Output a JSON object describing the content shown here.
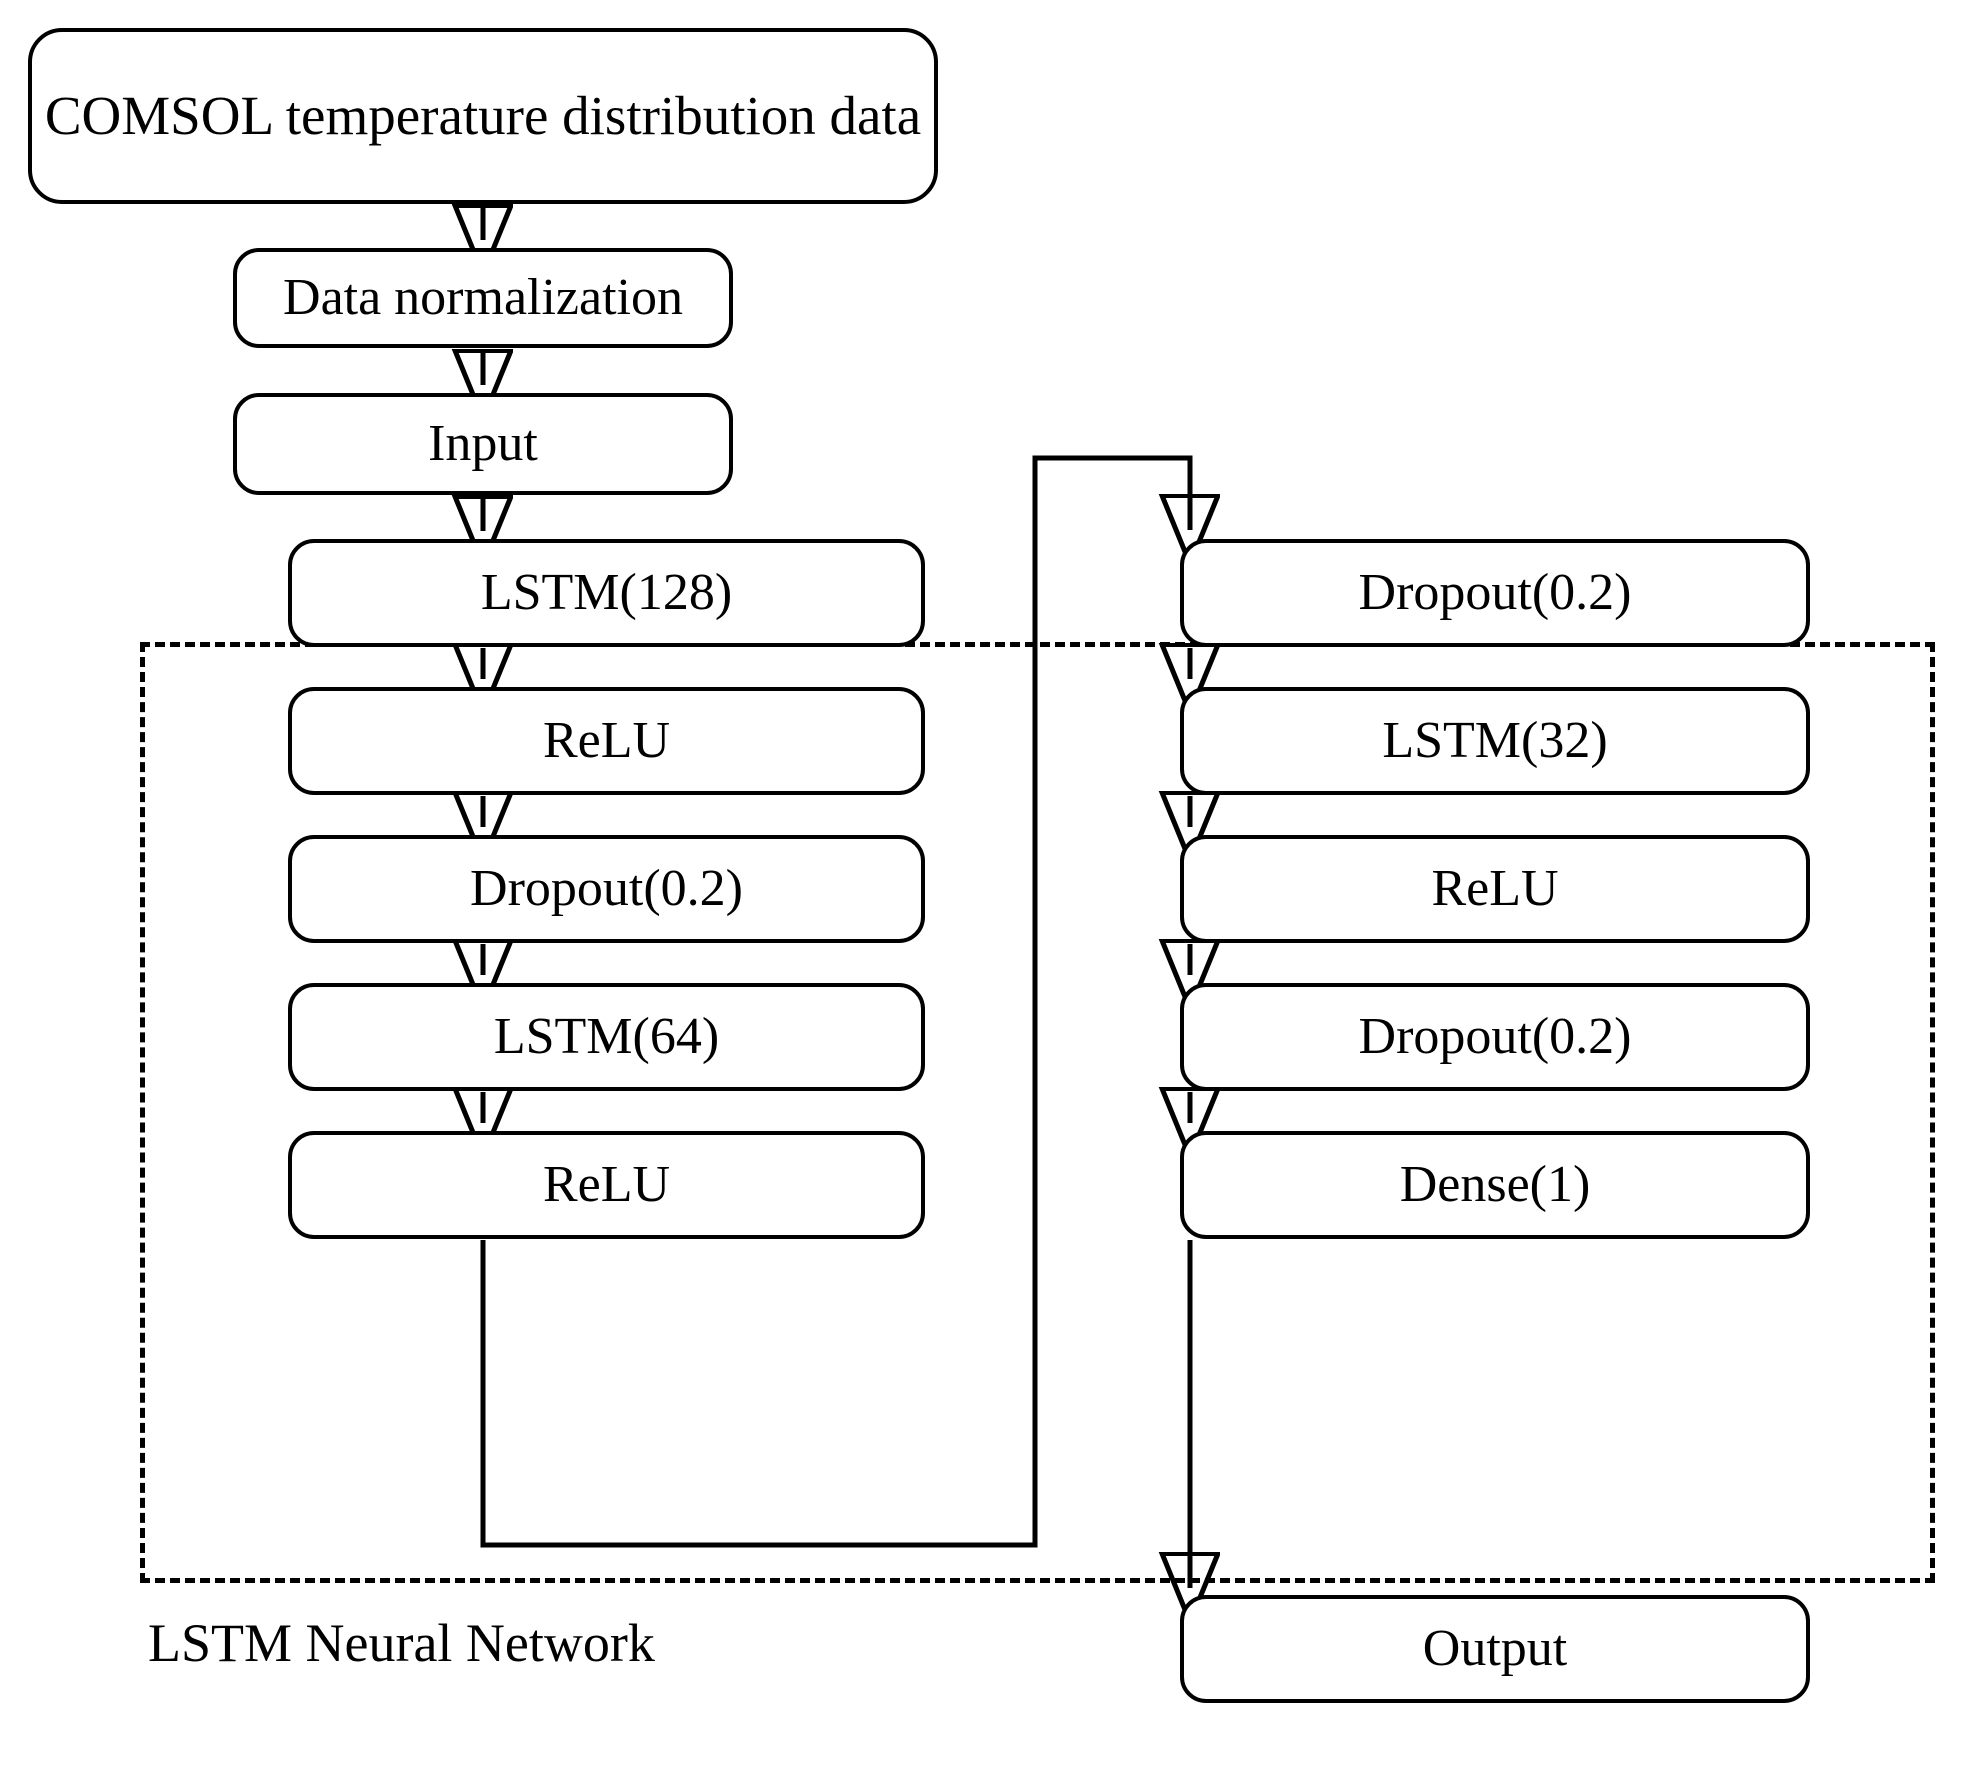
{
  "diagram": {
    "title_node": {
      "label": "COMSOL temperature distribution data"
    },
    "preprocess": [
      {
        "id": "normalization",
        "label": "Data normalization"
      },
      {
        "id": "input",
        "label": "Input"
      }
    ],
    "group": {
      "label": "LSTM Neural Network",
      "border_style": "dashed",
      "color": "#000000"
    },
    "left_column": [
      {
        "id": "lstm-128",
        "label": "LSTM(128)"
      },
      {
        "id": "relu-1",
        "label": "ReLU"
      },
      {
        "id": "dropout-1",
        "label": "Dropout(0.2)"
      },
      {
        "id": "lstm-64",
        "label": "LSTM(64)"
      },
      {
        "id": "relu-2",
        "label": "ReLU"
      }
    ],
    "right_column": [
      {
        "id": "dropout-2",
        "label": "Dropout(0.2)"
      },
      {
        "id": "lstm-32",
        "label": "LSTM(32)"
      },
      {
        "id": "relu-3",
        "label": "ReLU"
      },
      {
        "id": "dropout-3",
        "label": "Dropout(0.2)"
      },
      {
        "id": "dense-1",
        "label": "Dense(1)"
      }
    ],
    "output_node": {
      "label": "Output"
    },
    "style": {
      "stroke": "#000000",
      "fill": "#ffffff",
      "line_width": 4
    }
  }
}
